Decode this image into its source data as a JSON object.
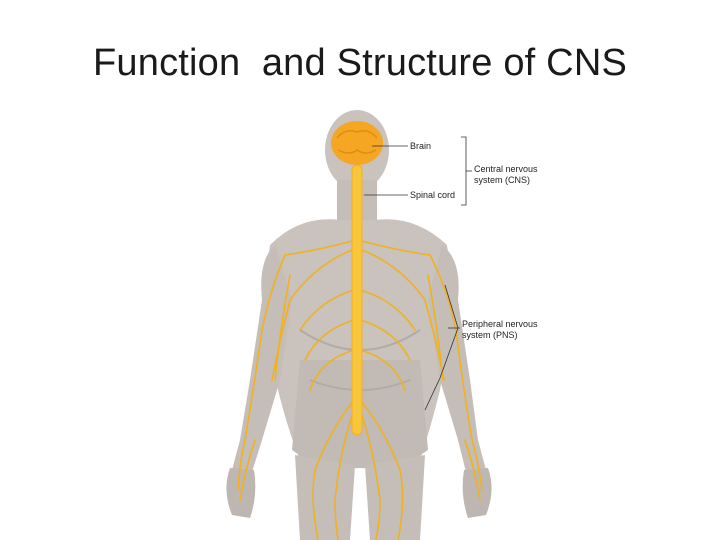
{
  "slide": {
    "title": "Function  and Structure of CNS"
  },
  "diagram": {
    "labels": {
      "brain": "Brain",
      "spinal_cord": "Spinal cord",
      "cns_line1": "Central nervous",
      "cns_line2": "system (CNS)",
      "pns_line1": "Peripheral nervous",
      "pns_line2": "system (PNS)"
    },
    "colors": {
      "skin": "#c9c2bd",
      "skin_shadow": "#b3aba6",
      "nerve": "#f2b11e",
      "nerve_core": "#f7c63a",
      "brain": "#f5a623",
      "leader_line": "#333333"
    }
  }
}
